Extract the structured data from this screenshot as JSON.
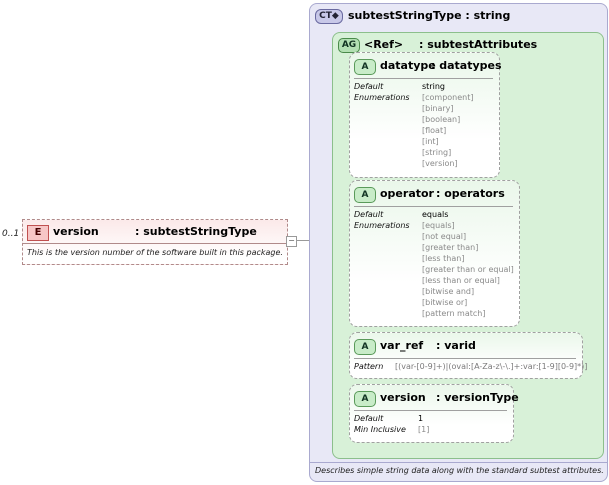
{
  "element": {
    "badge": "E",
    "cardinality": "0..1",
    "name": "version",
    "type": ": subtestStringType",
    "doc": "This is the version number of the software built in this package.",
    "expand_symbol": "−"
  },
  "complex_type": {
    "badge": "CT◆",
    "title": "subtestStringType : string",
    "doc": "Describes simple string data along with the standard subtest attributes."
  },
  "attribute_group": {
    "badge": "AG",
    "ref": "<Ref>",
    "name": ": subtestAttributes"
  },
  "attributes": [
    {
      "badge": "A",
      "name": "datatype",
      "type": ": datatypes",
      "default_label": "Default",
      "default_value": "string",
      "enum_label": "Enumerations",
      "enumerations": [
        "[component]",
        "[binary]",
        "[boolean]",
        "[float]",
        "[int]",
        "[string]",
        "[version]"
      ]
    },
    {
      "badge": "A",
      "name": "operator",
      "type": ": operators",
      "default_label": "Default",
      "default_value": "equals",
      "enum_label": "Enumerations",
      "enumerations": [
        "[equals]",
        "[not equal]",
        "[greater than]",
        "[less than]",
        "[greater than or equal]",
        "[less than or equal]",
        "[bitwise and]",
        "[bitwise or]",
        "[pattern match]"
      ]
    },
    {
      "badge": "A",
      "name": "var_ref",
      "type": ": varid",
      "pattern_label": "Pattern",
      "pattern_value": "[(var-[0-9]+)|(oval:[A-Za-z\\-\\.]+:var:[1-9][0-9]*)]"
    },
    {
      "badge": "A",
      "name": "version",
      "type": ": versionType",
      "default_label": "Default",
      "default_value": "1",
      "inclusive_label": "Min Inclusive",
      "inclusive_value": "[1]"
    }
  ]
}
